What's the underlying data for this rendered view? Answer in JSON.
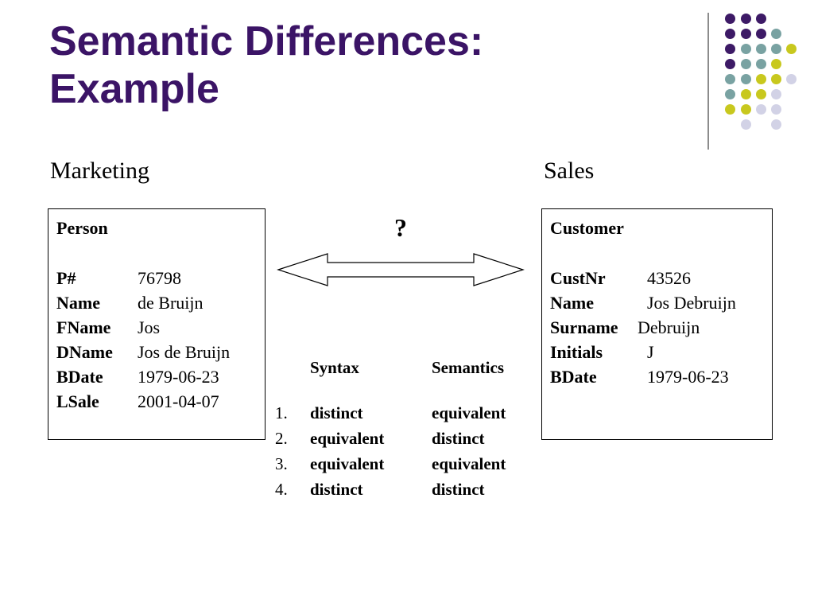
{
  "title": {
    "line1": "Semantic Differences:",
    "line2": "Example"
  },
  "marketing": {
    "label": "Marketing",
    "entity": "Person",
    "fields": [
      {
        "key": "P#",
        "value": "76798"
      },
      {
        "key": "Name",
        "value": "de Bruijn"
      },
      {
        "key": "FName",
        "value": "Jos"
      },
      {
        "key": "DName",
        "value": "Jos de Bruijn"
      },
      {
        "key": "BDate",
        "value": "1979-06-23"
      },
      {
        "key": "LSale",
        "value": "2001-04-07"
      }
    ]
  },
  "sales": {
    "label": "Sales",
    "entity": "Customer",
    "fields": [
      {
        "key": "CustNr",
        "value": "43526"
      },
      {
        "key": "Name",
        "value": "Jos Debruijn"
      },
      {
        "key": "Surname",
        "value": "Debruijn"
      },
      {
        "key": "Initials",
        "value": "J"
      },
      {
        "key": "BDate",
        "value": "1979-06-23"
      }
    ]
  },
  "comparison": {
    "question": "?",
    "headers": {
      "syntax": "Syntax",
      "semantics": "Semantics"
    },
    "rows": [
      {
        "num": "1.",
        "syntax": "distinct",
        "semantics": "equivalent"
      },
      {
        "num": "2.",
        "syntax": "equivalent",
        "semantics": "distinct"
      },
      {
        "num": "3.",
        "syntax": "equivalent",
        "semantics": "equivalent"
      },
      {
        "num": "4.",
        "syntax": "distinct",
        "semantics": "distinct"
      }
    ]
  },
  "colors": {
    "title": "#3b1466",
    "dot_purple": "#3d1a66",
    "dot_teal": "#79a2a2",
    "dot_yellow": "#c8c81e",
    "dot_lavender": "#d2d2e6"
  }
}
